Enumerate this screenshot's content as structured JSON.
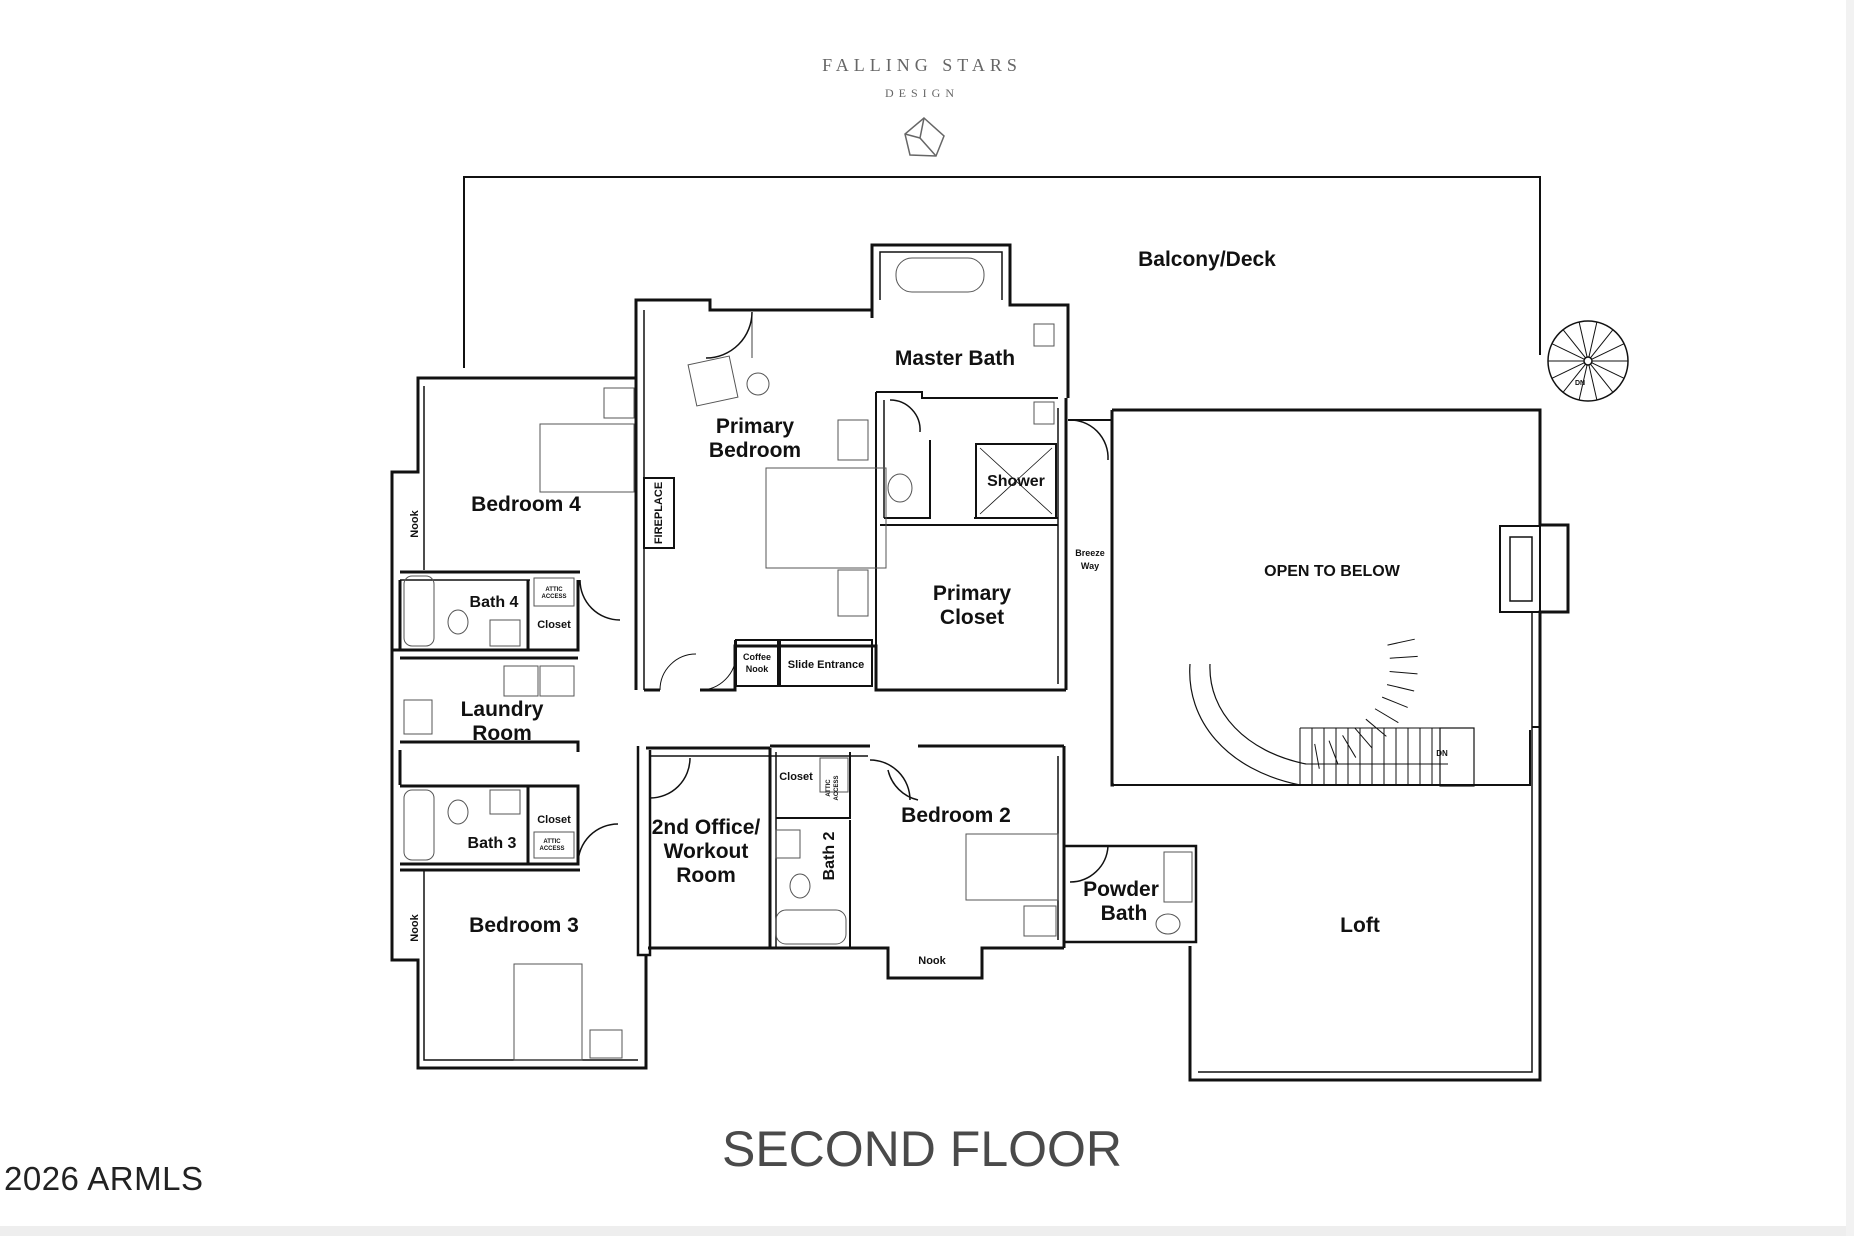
{
  "brand": {
    "name": "FALLING STARS",
    "tagline": "DESIGN"
  },
  "title": "SECOND FLOOR",
  "watermark": "2026 ARMLS",
  "rooms": {
    "balcony": "Balcony/Deck",
    "master_bath": "Master Bath",
    "primary_bedroom_l1": "Primary",
    "primary_bedroom_l2": "Bedroom",
    "fireplace": "FIREPLACE",
    "shower": "Shower",
    "breeze_l1": "Breeze",
    "breeze_l2": "Way",
    "primary_closet_l1": "Primary",
    "primary_closet_l2": "Closet",
    "coffee_l1": "Coffee",
    "coffee_l2": "Nook",
    "slide_entrance": "Slide Entrance",
    "open_to_below": "OPEN TO BELOW",
    "bedroom4": "Bedroom 4",
    "nook_upper": "Nook",
    "bath4": "Bath 4",
    "closet_bath4": "Closet",
    "attic_1a": "ATTIC",
    "attic_1b": "ACCESS",
    "laundry_l1": "Laundry",
    "laundry_l2": "Room",
    "bath3": "Bath 3",
    "closet_bath3": "Closet",
    "attic_2a": "ATTIC",
    "attic_2b": "ACCESS",
    "office_l1": "2nd Office/",
    "office_l2": "Workout",
    "office_l3": "Room",
    "closet_bed2": "Closet",
    "attic_3a": "ATTIC",
    "attic_3b": "ACCESS",
    "bath2": "Bath 2",
    "bedroom2": "Bedroom 2",
    "nook_bed2": "Nook",
    "powder_l1": "Powder",
    "powder_l2": "Bath",
    "loft": "Loft",
    "bedroom3": "Bedroom 3",
    "nook_lower": "Nook",
    "stair_up": "DN",
    "stair_spiral": "DN"
  }
}
